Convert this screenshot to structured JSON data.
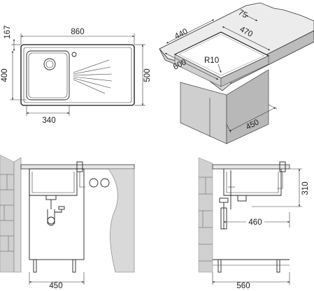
{
  "top_view": {
    "width_label": "860",
    "depth_label": "500",
    "bowl_depth_label": "400",
    "offset_label": "167",
    "bowl_width_label": "340"
  },
  "iso_view": {
    "label_75": "75",
    "label_440": "440",
    "label_470": "470",
    "label_r10": "R10",
    "label_600": "600",
    "label_450": "450"
  },
  "front_view": {
    "width_label": "450"
  },
  "side_view": {
    "height_label": "310",
    "drain_label": "460",
    "cabinet_label": "560"
  }
}
